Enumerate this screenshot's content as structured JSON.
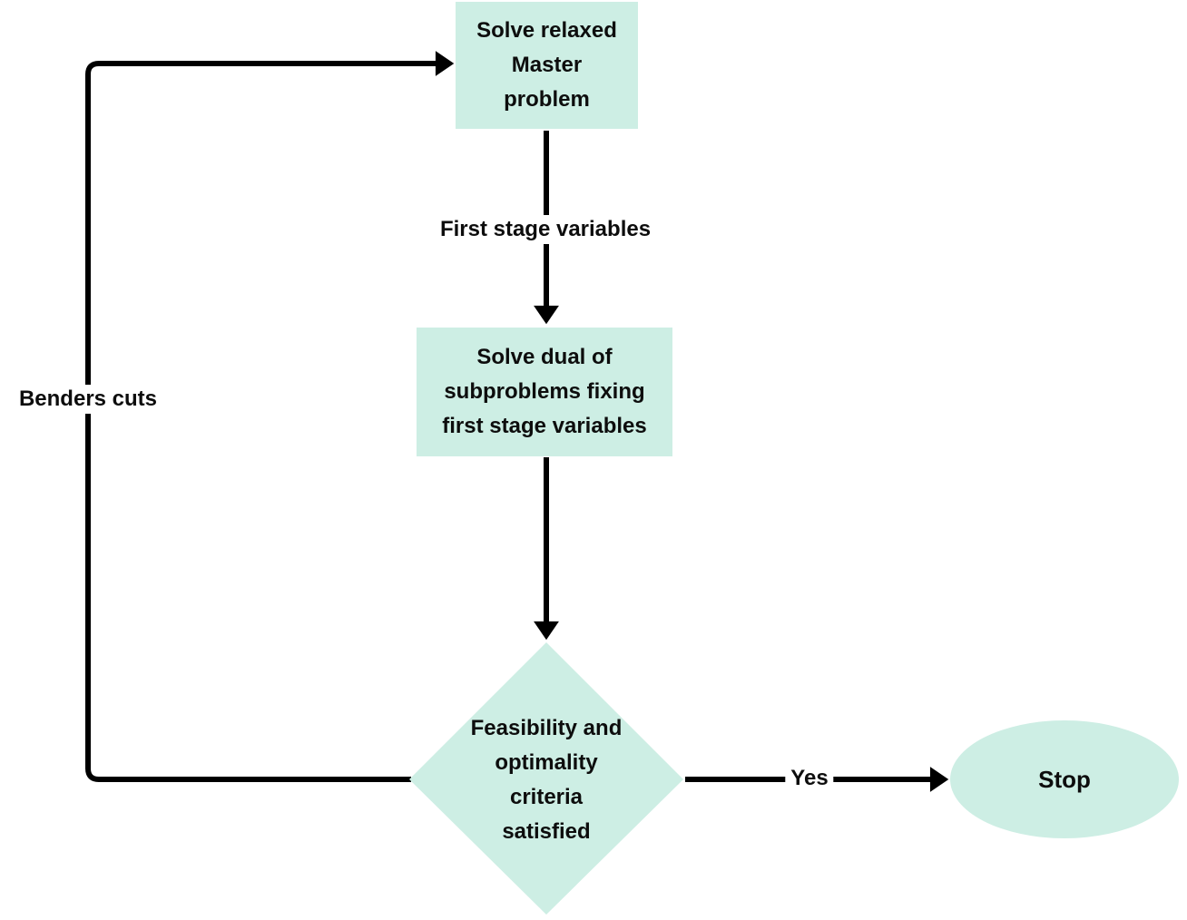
{
  "diagram": {
    "type": "flowchart",
    "colors": {
      "node_fill": "#cdeee4",
      "edge": "#000000",
      "label_text": "#0d0d0d",
      "background": "#ffffff"
    },
    "nodes": {
      "master": {
        "label": "Solve relaxed\nMaster\nproblem",
        "shape": "rectangle"
      },
      "subproblem": {
        "label": "Solve dual of\nsubproblems fixing\nfirst stage variables",
        "shape": "rectangle"
      },
      "decision": {
        "label": "Feasibility and\noptimality\ncriteria\nsatisfied",
        "shape": "diamond"
      },
      "stop": {
        "label": "Stop",
        "shape": "ellipse"
      }
    },
    "edge_labels": {
      "first_stage": "First stage variables",
      "yes": "Yes",
      "benders": "Benders cuts"
    }
  }
}
